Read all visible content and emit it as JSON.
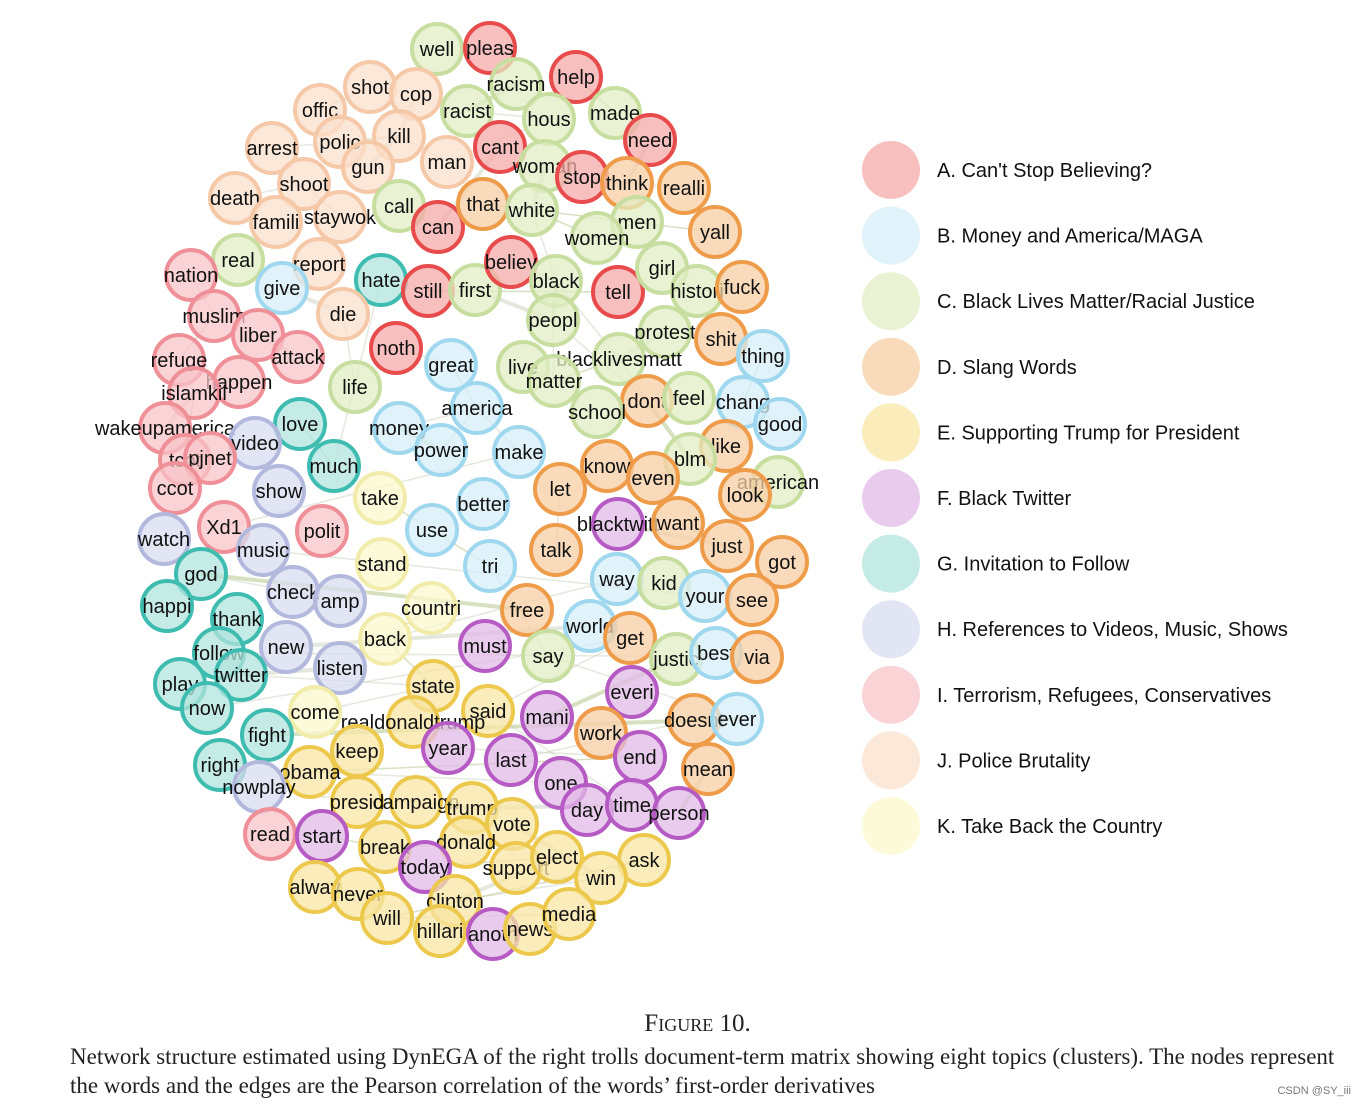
{
  "clusters": [
    {
      "id": "A",
      "label": "A. Can't Stop Believing?",
      "fill": "#f6aaaa",
      "stroke": "#e84b4b"
    },
    {
      "id": "B",
      "label": "B. Money and America/MAGA",
      "fill": "#d6eef8",
      "stroke": "#9fd8ee"
    },
    {
      "id": "C",
      "label": "C. Black Lives Matter/Racial Justice",
      "fill": "#e1edc4",
      "stroke": "#c7dea0"
    },
    {
      "id": "D",
      "label": "D. Slang Words",
      "fill": "#f7cfa5",
      "stroke": "#ef9c4a"
    },
    {
      "id": "E",
      "label": "E. Supporting Trump for President",
      "fill": "#f8e6a4",
      "stroke": "#ecc94d"
    },
    {
      "id": "F",
      "label": "F. Black Twitter",
      "fill": "#e2b9e7",
      "stroke": "#b65ac4"
    },
    {
      "id": "G",
      "label": "G. Invitation to Follow",
      "fill": "#b1e4de",
      "stroke": "#3fbcb0"
    },
    {
      "id": "H",
      "label": "H. References to Videos, Music, Shows",
      "fill": "#d8dcef",
      "stroke": "#b2b9dd"
    },
    {
      "id": "I",
      "label": "I. Terrorism, Refugees, Conservatives",
      "fill": "#f8c4c8",
      "stroke": "#ef8f97"
    },
    {
      "id": "J",
      "label": "J. Police Brutality",
      "fill": "#fbe0cc",
      "stroke": "#f5c8a8"
    },
    {
      "id": "K",
      "label": "K. Take Back the Country",
      "fill": "#fbf8cc",
      "stroke": "#f1ecaa"
    }
  ],
  "nodes": [
    {
      "w": "well",
      "c": "C"
    },
    {
      "w": "pleas",
      "c": "A"
    },
    {
      "w": "racism",
      "c": "C"
    },
    {
      "w": "help",
      "c": "A"
    },
    {
      "w": "offic",
      "c": "J"
    },
    {
      "w": "shot",
      "c": "J"
    },
    {
      "w": "cop",
      "c": "J"
    },
    {
      "w": "racist",
      "c": "C"
    },
    {
      "w": "hous",
      "c": "C"
    },
    {
      "w": "made",
      "c": "C"
    },
    {
      "w": "need",
      "c": "A"
    },
    {
      "w": "arrest",
      "c": "J"
    },
    {
      "w": "polic",
      "c": "J"
    },
    {
      "w": "kill",
      "c": "J"
    },
    {
      "w": "cant",
      "c": "A"
    },
    {
      "w": "gun",
      "c": "J"
    },
    {
      "w": "man",
      "c": "J"
    },
    {
      "w": "woman",
      "c": "C"
    },
    {
      "w": "stop",
      "c": "A"
    },
    {
      "w": "think",
      "c": "D"
    },
    {
      "w": "realli",
      "c": "D"
    },
    {
      "w": "death",
      "c": "J"
    },
    {
      "w": "shoot",
      "c": "J"
    },
    {
      "w": "famili",
      "c": "J"
    },
    {
      "w": "staywok",
      "c": "J"
    },
    {
      "w": "call",
      "c": "C"
    },
    {
      "w": "can",
      "c": "A"
    },
    {
      "w": "that",
      "c": "D"
    },
    {
      "w": "white",
      "c": "C"
    },
    {
      "w": "men",
      "c": "C"
    },
    {
      "w": "women",
      "c": "C"
    },
    {
      "w": "yall",
      "c": "D"
    },
    {
      "w": "real",
      "c": "C"
    },
    {
      "w": "nation",
      "c": "I"
    },
    {
      "w": "report",
      "c": "J"
    },
    {
      "w": "give",
      "c": "B"
    },
    {
      "w": "hate",
      "c": "G"
    },
    {
      "w": "still",
      "c": "A"
    },
    {
      "w": "first",
      "c": "C"
    },
    {
      "w": "believ",
      "c": "A"
    },
    {
      "w": "black",
      "c": "C"
    },
    {
      "w": "tell",
      "c": "A"
    },
    {
      "w": "girl",
      "c": "C"
    },
    {
      "w": "histori",
      "c": "C"
    },
    {
      "w": "fuck",
      "c": "D"
    },
    {
      "w": "muslim",
      "c": "I"
    },
    {
      "w": "die",
      "c": "J"
    },
    {
      "w": "peopl",
      "c": "C"
    },
    {
      "w": "liber",
      "c": "I"
    },
    {
      "w": "protest",
      "c": "C"
    },
    {
      "w": "shit",
      "c": "D"
    },
    {
      "w": "noth",
      "c": "A"
    },
    {
      "w": "refuge",
      "c": "I"
    },
    {
      "w": "attack",
      "c": "I"
    },
    {
      "w": "blacklivesmatt",
      "c": "C"
    },
    {
      "w": "thing",
      "c": "B"
    },
    {
      "w": "great",
      "c": "B"
    },
    {
      "w": "live",
      "c": "C"
    },
    {
      "w": "matter",
      "c": "C"
    },
    {
      "w": "happen",
      "c": "I"
    },
    {
      "w": "islamkil",
      "c": "I"
    },
    {
      "w": "life",
      "c": "C"
    },
    {
      "w": "america",
      "c": "B"
    },
    {
      "w": "dont",
      "c": "D"
    },
    {
      "w": "feel",
      "c": "C"
    },
    {
      "w": "chang",
      "c": "B"
    },
    {
      "w": "school",
      "c": "C"
    },
    {
      "w": "good",
      "c": "B"
    },
    {
      "w": "wakeupamerica",
      "c": "I"
    },
    {
      "w": "love",
      "c": "G"
    },
    {
      "w": "money",
      "c": "B"
    },
    {
      "w": "video",
      "c": "H"
    },
    {
      "w": "like",
      "c": "D"
    },
    {
      "w": "tcot",
      "c": "I"
    },
    {
      "w": "pjnet",
      "c": "I"
    },
    {
      "w": "power",
      "c": "B"
    },
    {
      "w": "make",
      "c": "B"
    },
    {
      "w": "much",
      "c": "G"
    },
    {
      "w": "know",
      "c": "D"
    },
    {
      "w": "blm",
      "c": "C"
    },
    {
      "w": "even",
      "c": "D"
    },
    {
      "w": "american",
      "c": "C"
    },
    {
      "w": "ccot",
      "c": "I"
    },
    {
      "w": "let",
      "c": "D"
    },
    {
      "w": "look",
      "c": "D"
    },
    {
      "w": "show",
      "c": "H"
    },
    {
      "w": "take",
      "c": "K"
    },
    {
      "w": "better",
      "c": "B"
    },
    {
      "w": "Xd1",
      "c": "I"
    },
    {
      "w": "blacktwitt",
      "c": "F"
    },
    {
      "w": "want",
      "c": "D"
    },
    {
      "w": "polit",
      "c": "I"
    },
    {
      "w": "use",
      "c": "B"
    },
    {
      "w": "watch",
      "c": "H"
    },
    {
      "w": "just",
      "c": "D"
    },
    {
      "w": "talk",
      "c": "D"
    },
    {
      "w": "music",
      "c": "H"
    },
    {
      "w": "stand",
      "c": "K"
    },
    {
      "w": "tri",
      "c": "B"
    },
    {
      "w": "got",
      "c": "D"
    },
    {
      "w": "god",
      "c": "G"
    },
    {
      "w": "way",
      "c": "B"
    },
    {
      "w": "kid",
      "c": "C"
    },
    {
      "w": "check",
      "c": "H"
    },
    {
      "w": "amp",
      "c": "H"
    },
    {
      "w": "your",
      "c": "B"
    },
    {
      "w": "see",
      "c": "D"
    },
    {
      "w": "happi",
      "c": "G"
    },
    {
      "w": "countri",
      "c": "K"
    },
    {
      "w": "free",
      "c": "D"
    },
    {
      "w": "thank",
      "c": "G"
    },
    {
      "w": "world",
      "c": "B"
    },
    {
      "w": "must",
      "c": "F"
    },
    {
      "w": "get",
      "c": "D"
    },
    {
      "w": "back",
      "c": "K"
    },
    {
      "w": "new",
      "c": "H"
    },
    {
      "w": "say",
      "c": "C"
    },
    {
      "w": "justic",
      "c": "C"
    },
    {
      "w": "best",
      "c": "B"
    },
    {
      "w": "via",
      "c": "D"
    },
    {
      "w": "follow",
      "c": "G"
    },
    {
      "w": "listen",
      "c": "H"
    },
    {
      "w": "twitter",
      "c": "G"
    },
    {
      "w": "play",
      "c": "G"
    },
    {
      "w": "state",
      "c": "E"
    },
    {
      "w": "everi",
      "c": "F"
    },
    {
      "w": "said",
      "c": "E"
    },
    {
      "w": "mani",
      "c": "F"
    },
    {
      "w": "now",
      "c": "G"
    },
    {
      "w": "come",
      "c": "K"
    },
    {
      "w": "realdonaldtrump",
      "c": "E"
    },
    {
      "w": "doesnt",
      "c": "D"
    },
    {
      "w": "ever",
      "c": "B"
    },
    {
      "w": "work",
      "c": "D"
    },
    {
      "w": "fight",
      "c": "G"
    },
    {
      "w": "year",
      "c": "F"
    },
    {
      "w": "keep",
      "c": "E"
    },
    {
      "w": "last",
      "c": "F"
    },
    {
      "w": "end",
      "c": "F"
    },
    {
      "w": "right",
      "c": "G"
    },
    {
      "w": "obama",
      "c": "E"
    },
    {
      "w": "mean",
      "c": "D"
    },
    {
      "w": "nowplay",
      "c": "H"
    },
    {
      "w": "one",
      "c": "F"
    },
    {
      "w": "day",
      "c": "F"
    },
    {
      "w": "time",
      "c": "F"
    },
    {
      "w": "person",
      "c": "F"
    },
    {
      "w": "presid",
      "c": "E"
    },
    {
      "w": "campaign",
      "c": "E"
    },
    {
      "w": "trump",
      "c": "E"
    },
    {
      "w": "vote",
      "c": "E"
    },
    {
      "w": "read",
      "c": "I"
    },
    {
      "w": "start",
      "c": "F"
    },
    {
      "w": "break",
      "c": "E"
    },
    {
      "w": "donald",
      "c": "E"
    },
    {
      "w": "today",
      "c": "F"
    },
    {
      "w": "support",
      "c": "E"
    },
    {
      "w": "elect",
      "c": "E"
    },
    {
      "w": "ask",
      "c": "E"
    },
    {
      "w": "win",
      "c": "E"
    },
    {
      "w": "alway",
      "c": "E"
    },
    {
      "w": "never",
      "c": "E"
    },
    {
      "w": "clinton",
      "c": "E"
    },
    {
      "w": "will",
      "c": "E"
    },
    {
      "w": "hillari",
      "c": "E"
    },
    {
      "w": "anoth",
      "c": "F"
    },
    {
      "w": "news",
      "c": "E"
    },
    {
      "w": "media",
      "c": "E"
    }
  ],
  "caption": {
    "title": "Figure 10.",
    "body": "Network structure estimated using DynEGA of the right trolls document-term matrix showing eight topics (clusters). The nodes represent the words and the edges are the Pearson correlation of the words’ first-order derivatives"
  },
  "watermark": "CSDN @SY_iii"
}
